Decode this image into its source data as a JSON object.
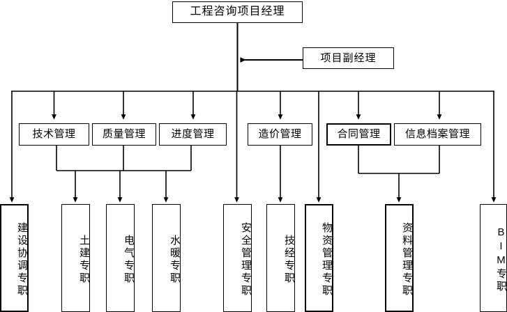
{
  "diagram": {
    "title_node": {
      "label": "工程咨询项目经理"
    },
    "deputy_node": {
      "label": "项目副经理"
    },
    "management_row": [
      {
        "id": "tech",
        "label": "技术管理",
        "bold": false
      },
      {
        "id": "quality",
        "label": "质量管理",
        "bold": false
      },
      {
        "id": "schedule",
        "label": "进度管理",
        "bold": false
      },
      {
        "id": "cost",
        "label": "造价管理",
        "bold": false
      },
      {
        "id": "contract",
        "label": "合同管理",
        "bold": true
      },
      {
        "id": "archive",
        "label": "信息档案管理",
        "bold": false
      }
    ],
    "staff_row": [
      {
        "id": "construction-coordination",
        "label": "建设协调专职",
        "bold": true
      },
      {
        "id": "civil",
        "label": "土建专职",
        "bold": false
      },
      {
        "id": "electrical",
        "label": "电气专职",
        "bold": false
      },
      {
        "id": "hvac",
        "label": "水暖专职",
        "bold": false
      },
      {
        "id": "safety",
        "label": "安全管理专职",
        "bold": false
      },
      {
        "id": "technical-economics",
        "label": "技经专职",
        "bold": false
      },
      {
        "id": "materials",
        "label": "物资管理专职",
        "bold": true
      },
      {
        "id": "documentation",
        "label": "资料管理专职",
        "bold": true
      },
      {
        "id": "bim",
        "label": "BIM专职",
        "bold": false
      }
    ],
    "colors": {
      "line": "#000000",
      "box_border": "#000000",
      "background": "#ffffff",
      "text": "#000000"
    }
  }
}
